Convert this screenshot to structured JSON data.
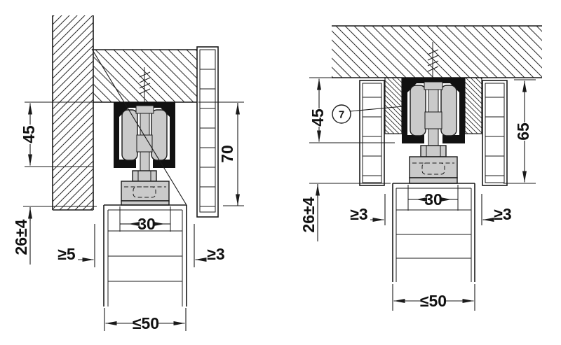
{
  "meta": {
    "type": "technical-section-drawing",
    "background": "#ffffff",
    "ink": "#1a1a1a",
    "part_gray": "#cacaca"
  },
  "left_view": {
    "dim_track_height": "45",
    "dim_overall_height": "70",
    "dim_top_clearance": "26±4",
    "dim_groove_width": "30",
    "dim_wall_gap": "≥5",
    "dim_panel_gap": "≥3",
    "dim_door_thickness": "≤50"
  },
  "right_view": {
    "callout": "7",
    "dim_track_height": "45",
    "dim_overall_height": "65",
    "dim_top_clearance": "26±4",
    "dim_groove_width": "30",
    "dim_gap_left": "≥3",
    "dim_gap_right": "≥3",
    "dim_door_thickness": "≤50"
  }
}
